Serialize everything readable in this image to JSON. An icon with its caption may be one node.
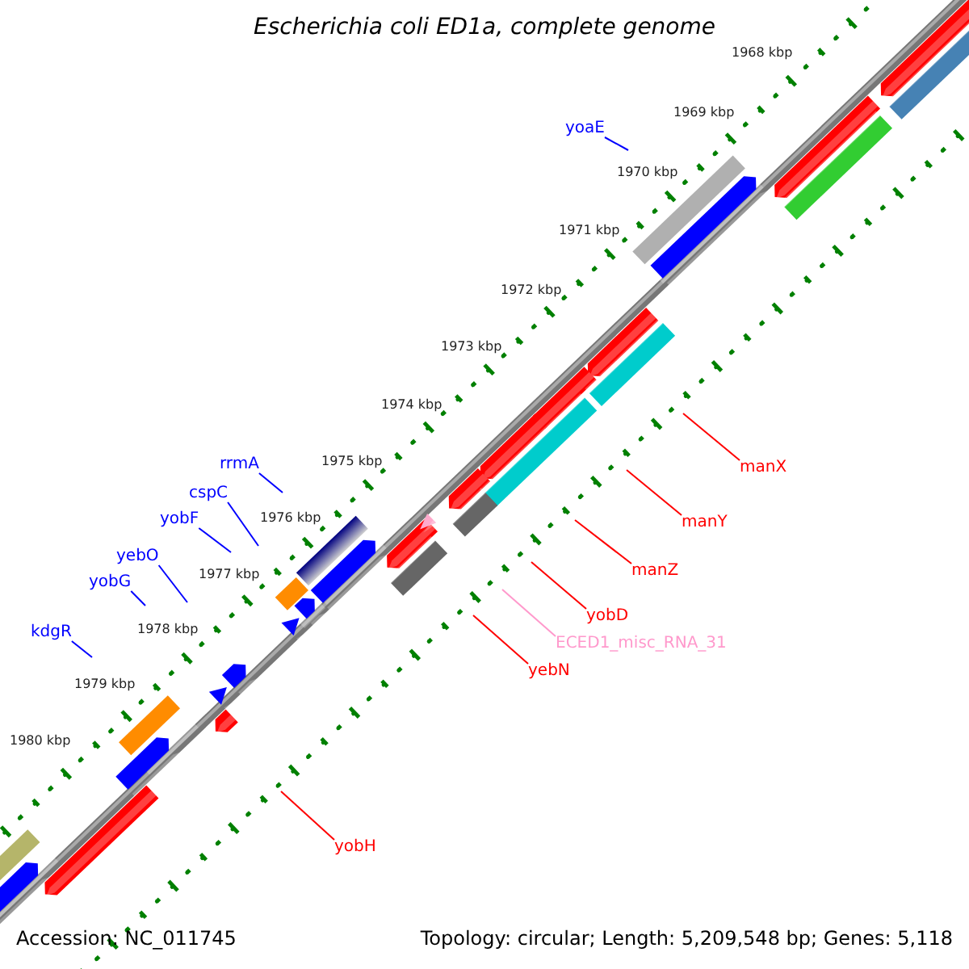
{
  "diagram": {
    "title": "Escherichia coli ED1a, complete genome",
    "nodes": [
      {
        "text": [
          "yoaE"
        ]
      },
      {
        "text": [
          "rrmA"
        ]
      },
      {
        "text": [
          "cspC"
        ]
      },
      {
        "text": [
          "yobF"
        ]
      },
      {
        "text": [
          "yebO"
        ]
      },
      {
        "text": [
          "yobG"
        ]
      },
      {
        "text": [
          "kdgR"
        ]
      },
      {
        "text": [
          "manX"
        ]
      },
      {
        "text": [
          "manY"
        ]
      },
      {
        "text": [
          "manZ"
        ]
      },
      {
        "text": [
          "yobD"
        ]
      },
      {
        "text": [
          "ECED1_misc_RNA_31"
        ]
      },
      {
        "text": [
          "yebN"
        ]
      },
      {
        "text": [
          "yobH"
        ]
      }
    ],
    "edges": [
      {
        "from": 0,
        "to": null,
        "arrow": "none"
      },
      {
        "from": 1,
        "to": null,
        "arrow": "none"
      },
      {
        "from": 2,
        "to": null,
        "arrow": "none"
      },
      {
        "from": 3,
        "to": null,
        "arrow": "none"
      },
      {
        "from": 4,
        "to": null,
        "arrow": "none"
      },
      {
        "from": 5,
        "to": null,
        "arrow": "none"
      },
      {
        "from": 6,
        "to": null,
        "arrow": "none"
      },
      {
        "from": 7,
        "to": null,
        "arrow": "none",
        "color": "#ff0000"
      },
      {
        "from": 8,
        "to": null,
        "arrow": "none",
        "color": "#ff0000"
      },
      {
        "from": 9,
        "to": null,
        "arrow": "none",
        "color": "#ff0000"
      },
      {
        "from": 10,
        "to": null,
        "arrow": "none",
        "color": "#ff0000"
      },
      {
        "from": 11,
        "to": null,
        "arrow": "none",
        "color": "#ff99cc"
      },
      {
        "from": 12,
        "to": null,
        "arrow": "none",
        "color": "#ff0000"
      },
      {
        "from": 13,
        "to": null,
        "arrow": "none",
        "color": "#ff0000"
      }
    ],
    "labels": [
      "1968 kbp",
      "1969 kbp",
      "1970 kbp",
      "1971 kbp",
      "1972 kbp",
      "1973 kbp",
      "1974 kbp",
      "1975 kbp",
      "1976 kbp",
      "1977 kbp",
      "1978 kbp",
      "1979 kbp",
      "1980 kbp",
      "Accession: NC_011745",
      "Topology: circular; Length: 5,209,548 bp; Genes: 5,118"
    ]
  }
}
